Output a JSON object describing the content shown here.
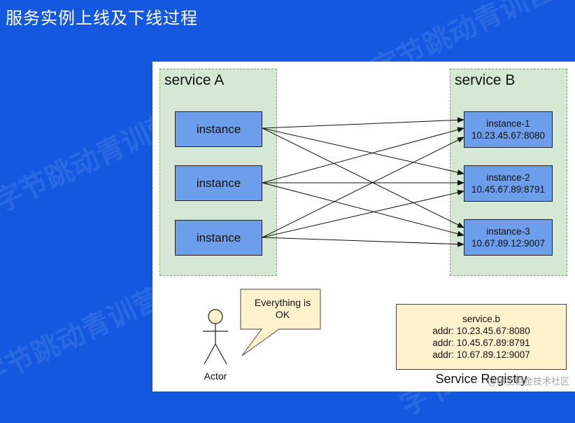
{
  "page": {
    "title": "服务实例上线及下线过程"
  },
  "watermarks": [
    "字节跳动青训营",
    "字节跳动青训营",
    "字节跳动青训营",
    "字节跳动青训营"
  ],
  "service_a": {
    "title": "service A",
    "instances": [
      "instance",
      "instance",
      "instance"
    ]
  },
  "service_b": {
    "title": "service B",
    "instances": [
      {
        "name": "instance-1",
        "addr": "10.23.45.67:8080"
      },
      {
        "name": "instance-2",
        "addr": "10.45.67.89:8791"
      },
      {
        "name": "instance-3",
        "addr": "10.67.89.12:9007"
      }
    ]
  },
  "actor": {
    "label": "Actor",
    "speech_line1": "Everything is",
    "speech_line2": "OK"
  },
  "registry": {
    "key": "service.b",
    "lines": [
      "addr: 10.23.45.67:8080",
      "addr: 10.45.67.89:8791",
      "addr: 10.67.89.12:9007"
    ],
    "label": "Service Registry"
  },
  "credit": "@稀土掘金技术社区",
  "colors": {
    "background": "#1458e0",
    "group_fill": "#d5e8d4",
    "instance_fill": "#6d9eeb",
    "bubble_fill": "#fff2cc",
    "registry_fill": "#fff2cc"
  }
}
